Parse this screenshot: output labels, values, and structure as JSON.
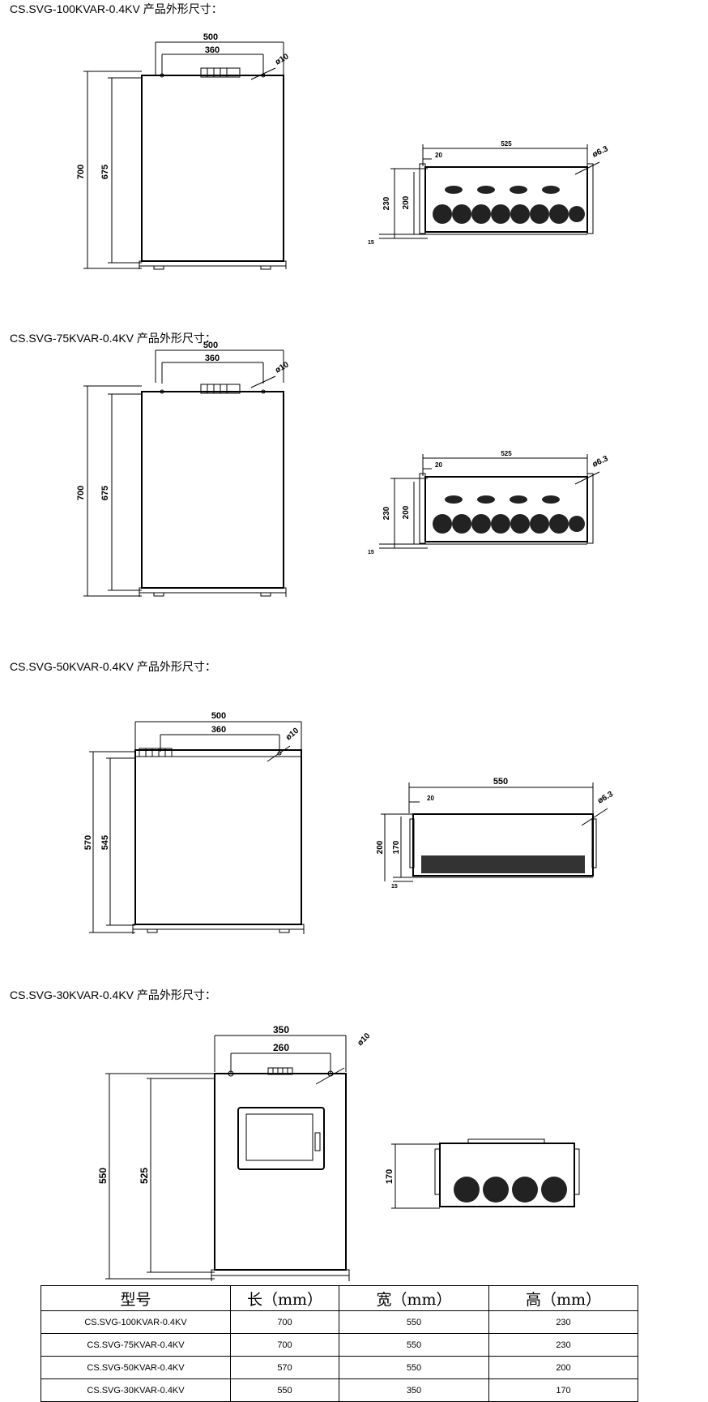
{
  "sections": [
    {
      "heading": "CS.SVG-100KVAR-0.4KV 产品外形尺寸：",
      "dims": {
        "width_outer": "500",
        "width_holes": "360",
        "hole": "ø10",
        "height_outer": "700",
        "height_inner": "675"
      },
      "front": {
        "width": "525",
        "edge": "20",
        "hole": "ø6.3",
        "height_outer": "230",
        "height_inner": "200",
        "foot": "15"
      }
    },
    {
      "heading": "CS.SVG-75KVAR-0.4KV 产品外形尺寸：",
      "dims": {
        "width_outer": "500",
        "width_holes": "360",
        "hole": "ø10",
        "height_outer": "700",
        "height_inner": "675"
      },
      "front": {
        "width": "525",
        "edge": "20",
        "hole": "ø6.3",
        "height_outer": "230",
        "height_inner": "200",
        "foot": "15"
      }
    },
    {
      "heading": "CS.SVG-50KVAR-0.4KV 产品外形尺寸：",
      "dims": {
        "width_outer": "500",
        "width_holes": "360",
        "hole": "ø10",
        "height_outer": "570",
        "height_inner": "545"
      },
      "front": {
        "width": "550",
        "edge": "20",
        "hole": "ø6.3",
        "height_outer": "200",
        "height_inner": "170",
        "foot": "15"
      }
    },
    {
      "heading": "CS.SVG-30KVAR-0.4KV 产品外形尺寸：",
      "dims": {
        "width_outer": "350",
        "width_holes": "260",
        "hole": "ø10",
        "height_outer": "550",
        "height_inner": "525"
      },
      "front": {
        "height": "170"
      }
    }
  ],
  "table": {
    "headers": [
      "型号",
      "长（mm）",
      "宽（mm）",
      "高（mm）"
    ],
    "rows": [
      [
        "CS.SVG-100KVAR-0.4KV",
        "700",
        "550",
        "230"
      ],
      [
        "CS.SVG-75KVAR-0.4KV",
        "700",
        "550",
        "230"
      ],
      [
        "CS.SVG-50KVAR-0.4KV",
        "570",
        "550",
        "200"
      ],
      [
        "CS.SVG-30KVAR-0.4KV",
        "550",
        "350",
        "170"
      ]
    ]
  }
}
